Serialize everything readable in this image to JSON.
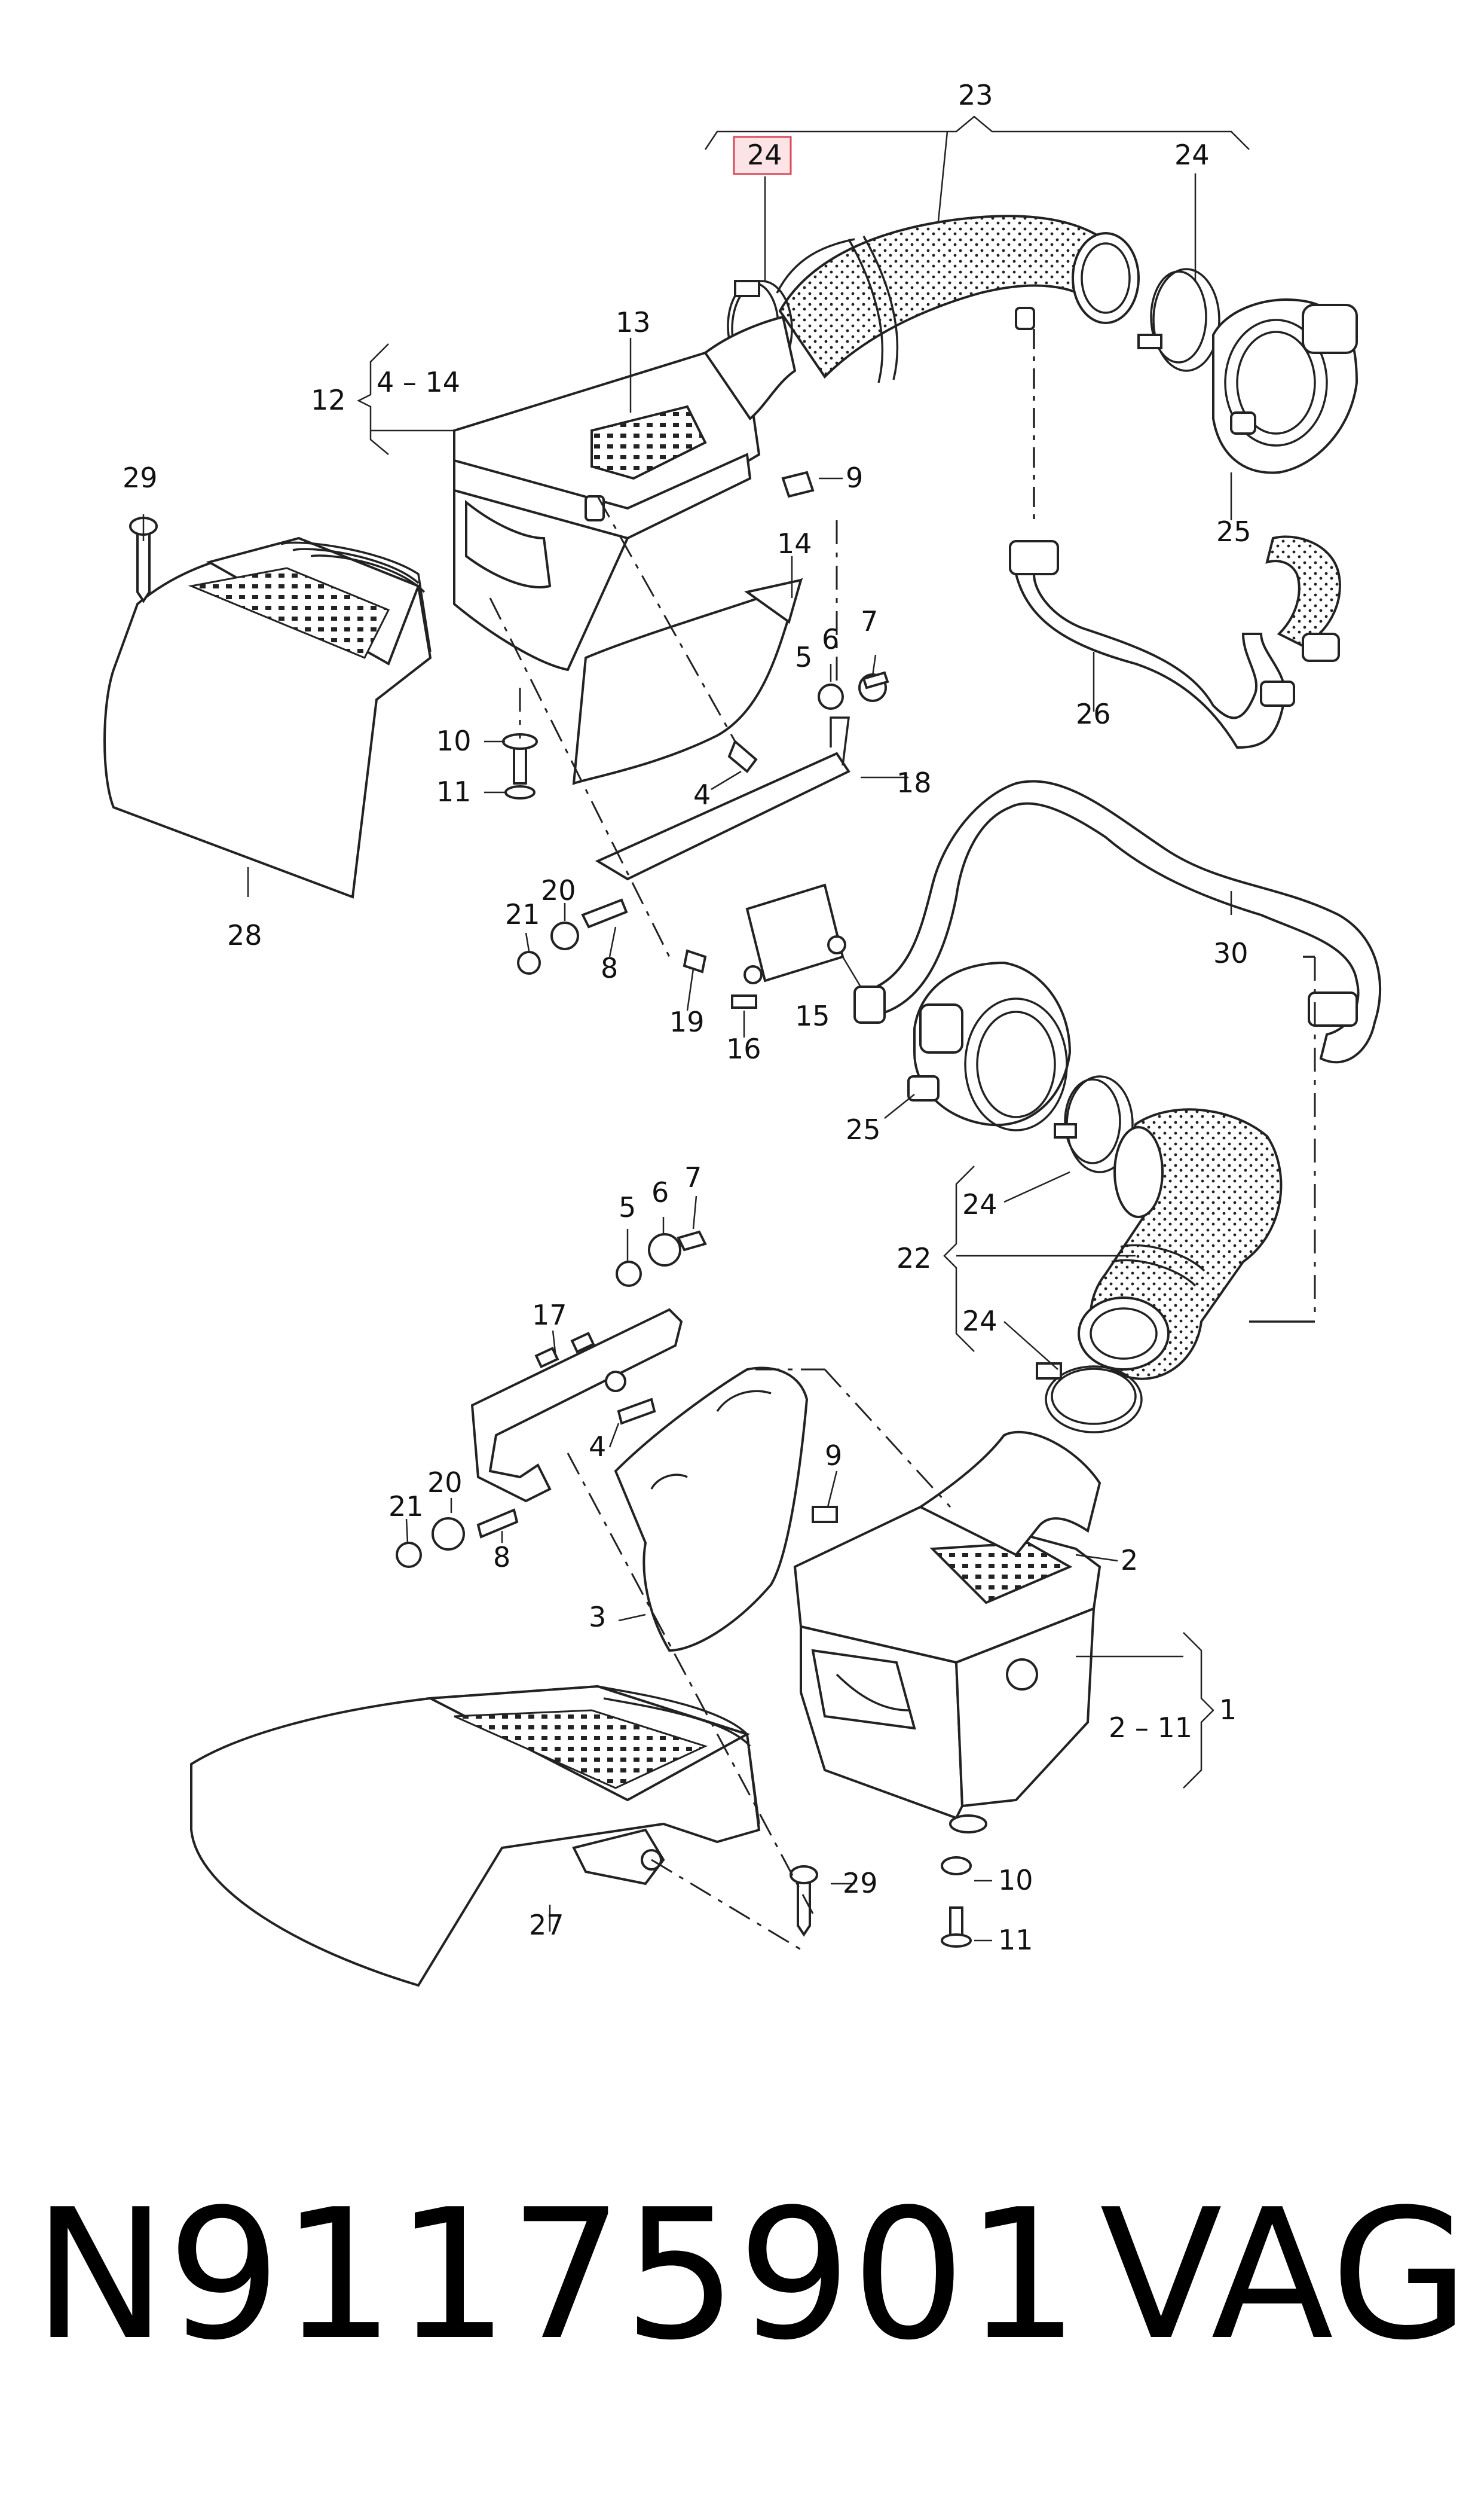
{
  "highlight_color": "#d94a5a",
  "highlight_fill": "#fbe3e6",
  "callouts": {
    "c1": "1",
    "c2": "2",
    "c2_11": "2 – 11",
    "c3": "3",
    "c4a": "4",
    "c4b": "4",
    "c4_14": "4 – 14",
    "c5a": "5",
    "c5b": "5",
    "c6a": "6",
    "c6b": "6",
    "c7a": "7",
    "c7b": "7",
    "c8a": "8",
    "c8b": "8",
    "c9a": "9",
    "c9b": "9",
    "c10a": "10",
    "c10b": "10",
    "c11a": "11",
    "c11b": "11",
    "c12": "12",
    "c13": "13",
    "c14": "14",
    "c15": "15",
    "c16": "16",
    "c17": "17",
    "c18": "18",
    "c19": "19",
    "c20a": "20",
    "c20b": "20",
    "c21a": "21",
    "c21b": "21",
    "c22": "22",
    "c23": "23",
    "c24_highlight": "24",
    "c24a": "24",
    "c24b": "24",
    "c24c": "24",
    "c25a": "25",
    "c25b": "25",
    "c26": "26",
    "c27": "27",
    "c28": "28",
    "c29a": "29",
    "c29b": "29",
    "c30": "30"
  },
  "footer": {
    "part_number": "N91175901",
    "brand": "VAG"
  }
}
